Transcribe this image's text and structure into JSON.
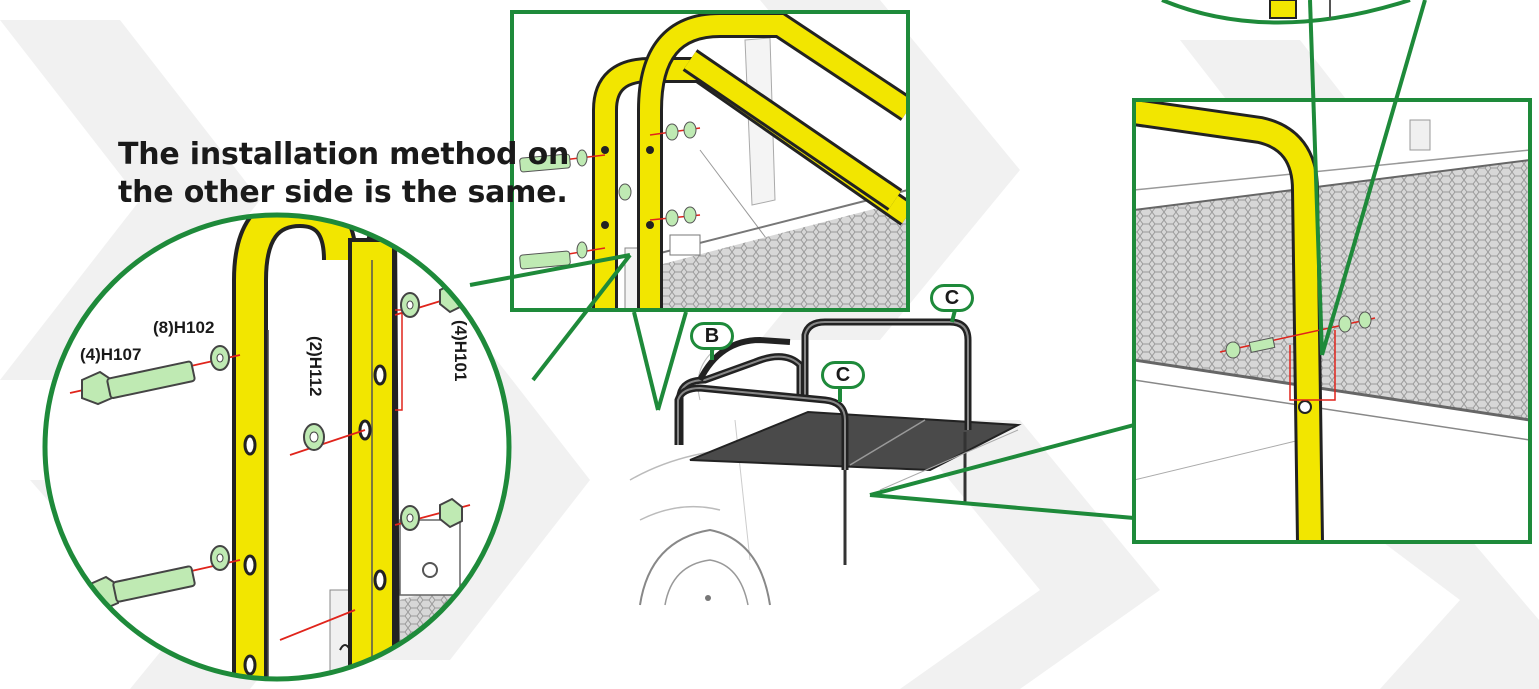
{
  "caption": {
    "line1": "The installation method on",
    "line2": "the other side is the same."
  },
  "parts": [
    {
      "key": "h107",
      "label": "(4)H107"
    },
    {
      "key": "h102",
      "label": "(8)H102"
    },
    {
      "key": "h112",
      "label": "(2)H112"
    },
    {
      "key": "h101",
      "label": "(4)H101"
    }
  ],
  "callouts": {
    "b": "B",
    "c_top": "C",
    "c_mid": "C"
  },
  "colors": {
    "accent_green": "#1e8a3a",
    "tube_yellow": "#f2e600",
    "bolt_line_red": "#e0241b",
    "hardware_green": "#7ed56f",
    "bg_chevron": "#f0f0f0"
  }
}
